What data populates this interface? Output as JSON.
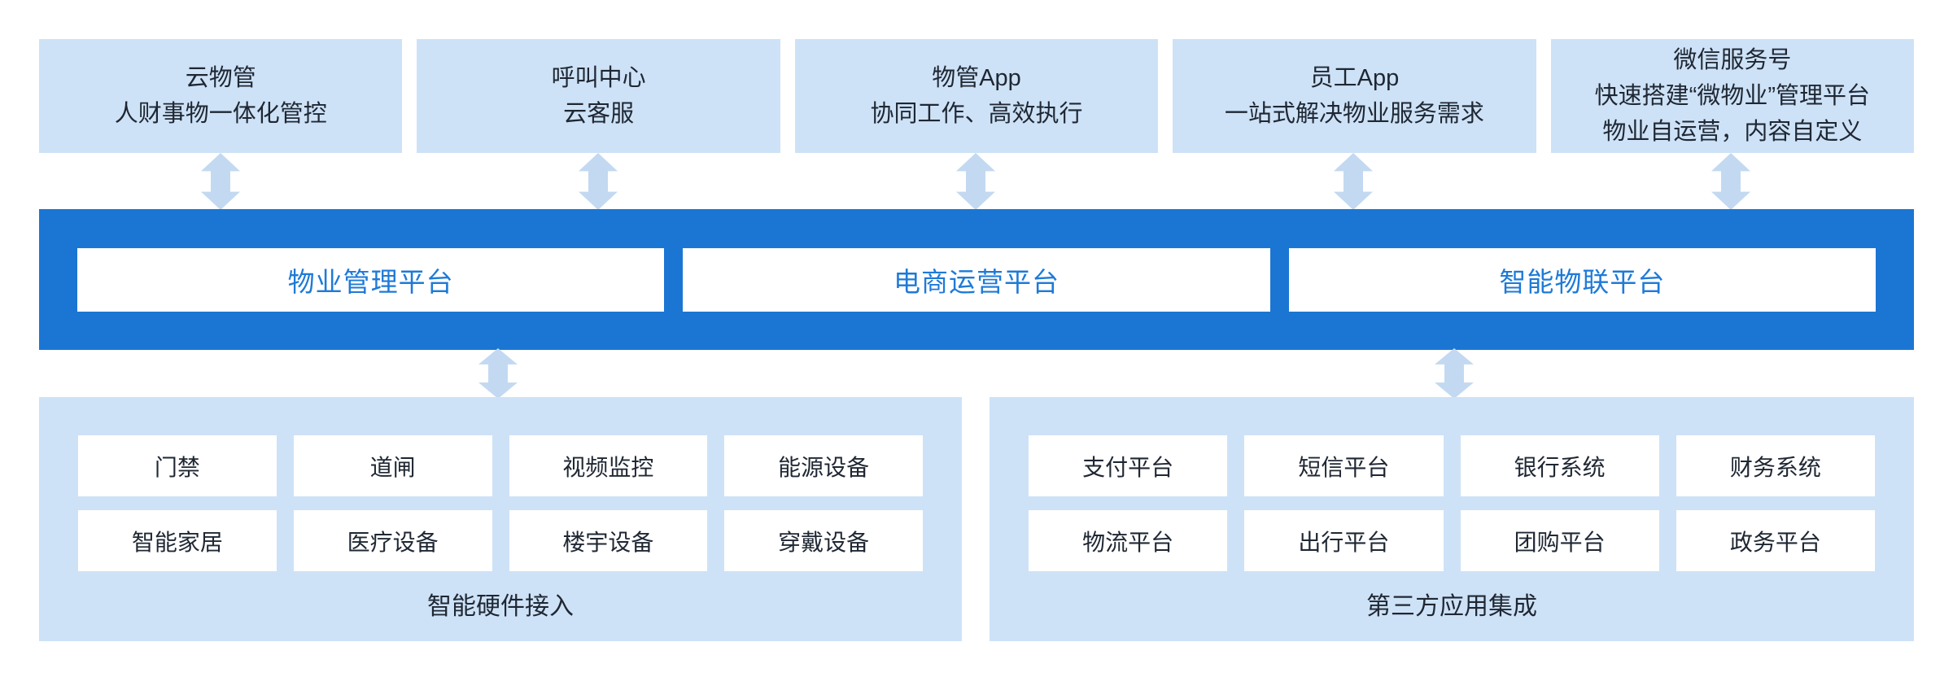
{
  "top_apps": [
    {
      "lines": [
        "云物管",
        "人财事物一体化管控"
      ]
    },
    {
      "lines": [
        "呼叫中心",
        "云客服"
      ]
    },
    {
      "lines": [
        "物管App",
        "协同工作、高效执行"
      ]
    },
    {
      "lines": [
        "员工App",
        "一站式解决物业服务需求"
      ]
    },
    {
      "lines": [
        "微信服务号",
        "快速搭建“微物业”管理平台",
        "物业自运营，内容自定义"
      ]
    }
  ],
  "platforms": [
    "物业管理平台",
    "电商运营平台",
    "智能物联平台"
  ],
  "sections": [
    {
      "label": "智能硬件接入",
      "items": [
        "门禁",
        "道闸",
        "视频监控",
        "能源设备",
        "智能家居",
        "医疗设备",
        "楼宇设备",
        "穿戴设备"
      ]
    },
    {
      "label": "第三方应用集成",
      "items": [
        "支付平台",
        "短信平台",
        "银行系统",
        "财务系统",
        "物流平台",
        "出行平台",
        "团购平台",
        "政务平台"
      ]
    }
  ],
  "colors": {
    "bar_blue": "#1b76d3",
    "light_blue_box": "#cee2f7",
    "arrow_blue": "#c3d9f1",
    "platform_text_blue": "#1e7ad8",
    "dark_text": "#1f2733",
    "background": "#ffffff"
  }
}
